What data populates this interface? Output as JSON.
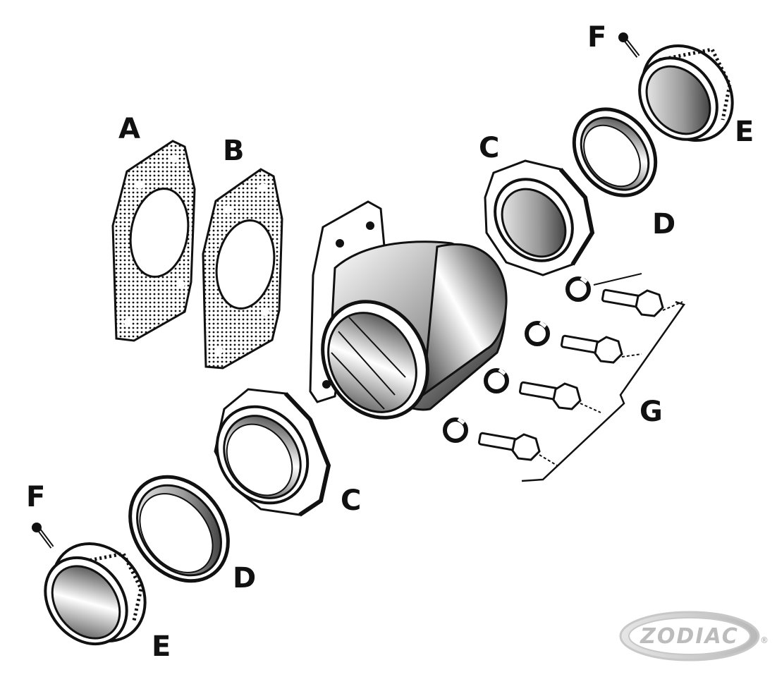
{
  "diagram": {
    "labels": {
      "gasket_a": "A",
      "gasket_b": "B",
      "nut_c_top": "C",
      "nut_c_bottom": "C",
      "seal_d_top": "D",
      "seal_d_bottom": "D",
      "adapter_e_top": "E",
      "adapter_e_bottom": "E",
      "screw_f_top": "F",
      "screw_f_bottom": "F",
      "bolt_group_g": "G"
    },
    "watermark": {
      "brand": "ZODIAC",
      "registered_mark": "®"
    },
    "colors": {
      "ink": "#111111",
      "paper": "#ffffff",
      "watermark": "#c8c8c8"
    }
  }
}
